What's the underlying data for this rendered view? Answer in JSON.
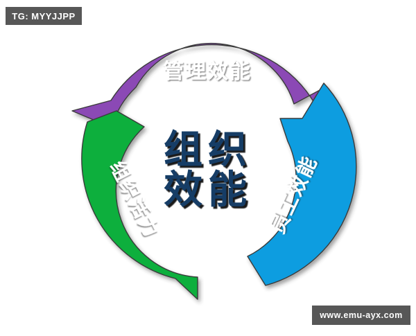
{
  "watermarks": {
    "top_left": "TG: MYYJJPP",
    "bottom_right": "www.emu-ayx.com"
  },
  "diagram": {
    "type": "cycle-diagram",
    "center": {
      "line1": "组织",
      "line2": "效能",
      "full_text": "组织效能",
      "color": "#143D66"
    },
    "segments": [
      {
        "id": "management",
        "label": "管理效能",
        "color": "#8B4AB5",
        "position": "top",
        "text_color": "#ffffff"
      },
      {
        "id": "employee",
        "label": "员工效能",
        "color": "#0C9DE0",
        "position": "right",
        "text_color": "#ffffff"
      },
      {
        "id": "vitality",
        "label": "组织活力",
        "color": "#08AF3D",
        "position": "left",
        "text_color": "#ffffff"
      }
    ],
    "background": "#ffffff"
  }
}
